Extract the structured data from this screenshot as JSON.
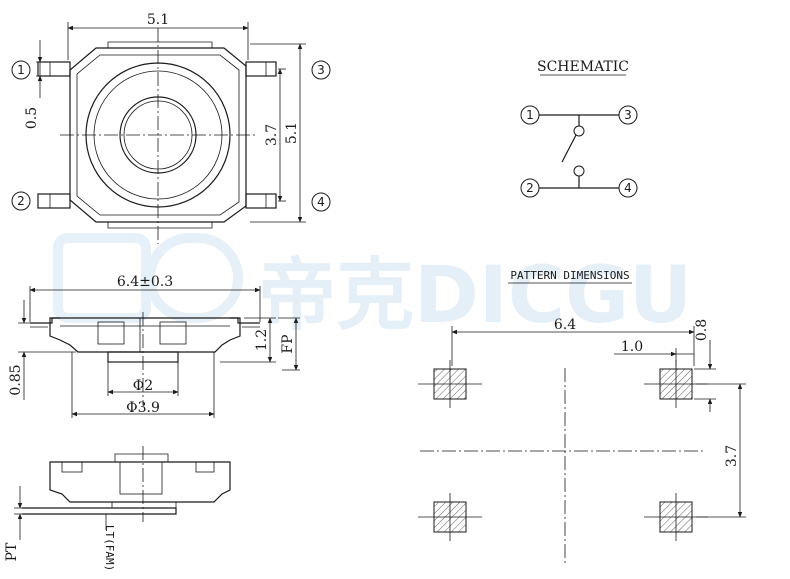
{
  "watermark": {
    "text": "帝克DICGU",
    "color": "#cfe3f3"
  },
  "top_view": {
    "width_label": "5.1",
    "height_label": "5.1",
    "inner_label": "3.7",
    "pin_width_label": "0.5",
    "pins": [
      "1",
      "2",
      "3",
      "4"
    ]
  },
  "side_view": {
    "total_length_label": "6.4±0.3",
    "height_label": "1.2",
    "fp_label": "FP",
    "base_height_label": "0.85",
    "phi_small_label": "Φ2",
    "phi_large_label": "Φ3.9"
  },
  "bottom_view": {
    "pt_label": "PT",
    "lt_label": "LT(FAM)"
  },
  "schematic": {
    "title": "SCHEMATIC",
    "pins": [
      "1",
      "2",
      "3",
      "4"
    ]
  },
  "pattern": {
    "title": "PATTERN DIMENSIONS",
    "span_label": "6.4",
    "pad_offset_label": "1.0",
    "pad_size_label": "0.8",
    "pitch_label": "3.7"
  }
}
